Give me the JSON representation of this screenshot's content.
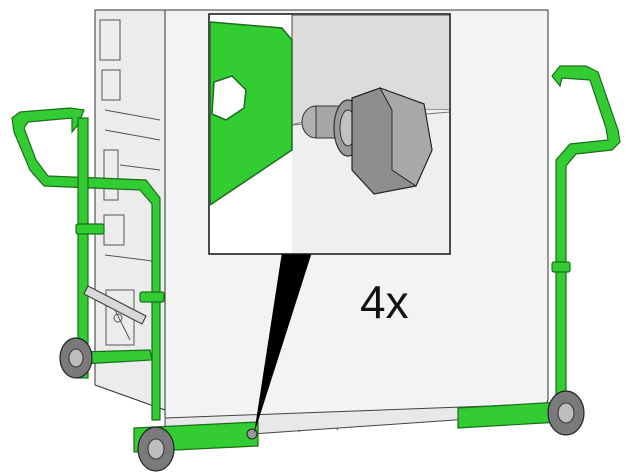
{
  "callout": {
    "quantity_label": "4x"
  },
  "colors": {
    "frame_green": "#33cc33",
    "frame_green_dark": "#1f9a1f",
    "panel_light": "#f3f3f3",
    "panel_shade": "#e2e2e2",
    "outline": "#222222",
    "bolt_grey": "#8e8e8e",
    "wheel_grey": "#7a7a7a"
  },
  "icons": {
    "bolt": "hex-bolt-with-washer",
    "wheel": "caster-wheel"
  }
}
